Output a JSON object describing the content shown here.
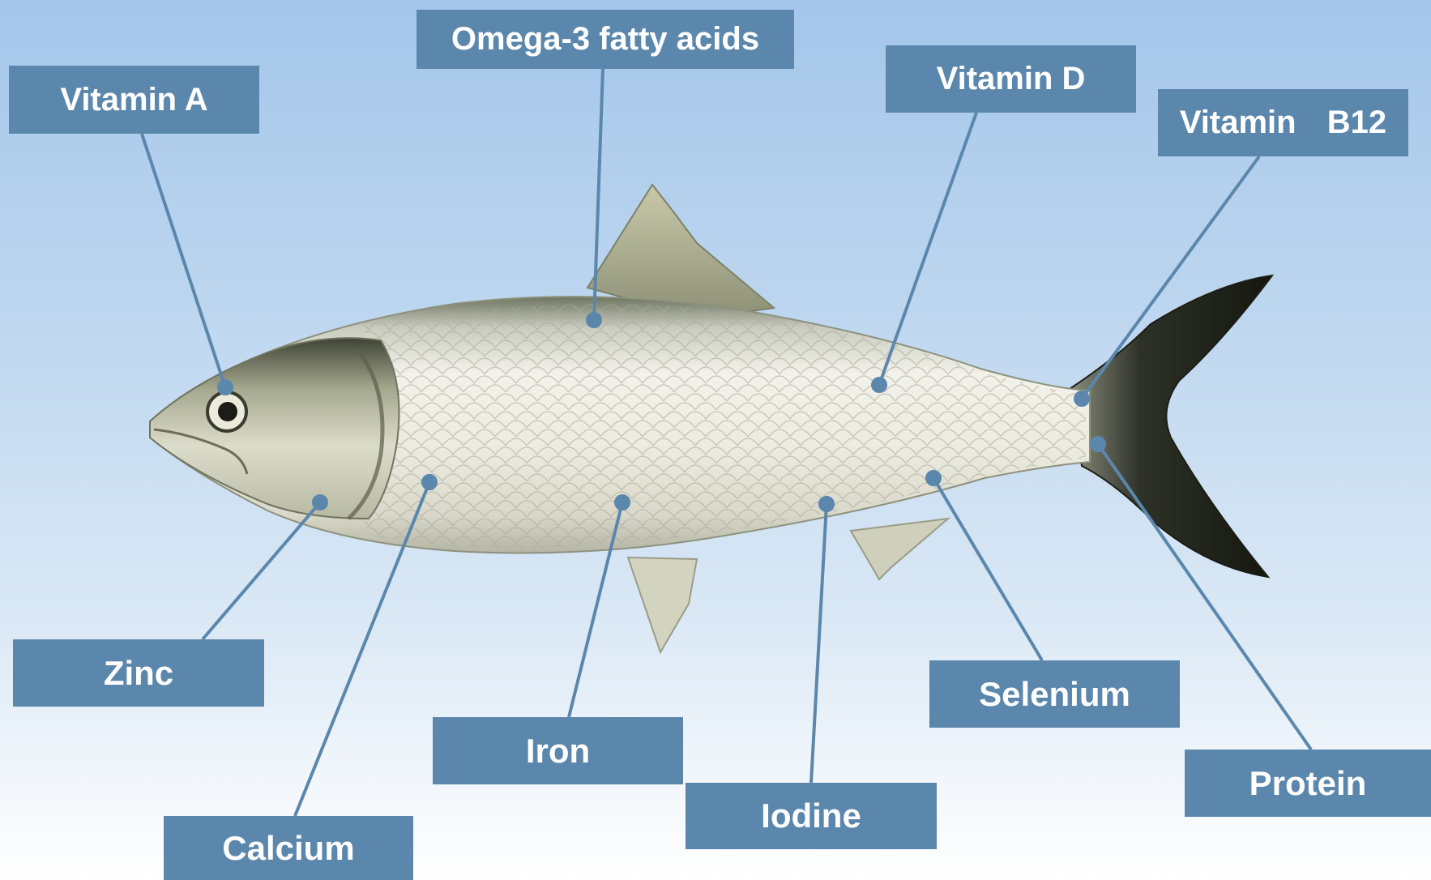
{
  "labels": {
    "vitamin_a": "Vitamin A",
    "omega3": "Omega-3 fatty acids",
    "vitamin_d": "Vitamin D",
    "vitamin_b12": "Vitamin  B12",
    "zinc": "Zinc",
    "calcium": "Calcium",
    "iron": "Iron",
    "iodine": "Iodine",
    "selenium": "Selenium",
    "protein": "Protein"
  },
  "colors": {
    "label_fill": "#5b87ad",
    "label_text": "#ffffff",
    "leader_line": "#5b87ad",
    "background_top": "#a4c6ea",
    "background_bottom": "#ffffff"
  },
  "icons": {
    "subject": "fish-icon"
  }
}
